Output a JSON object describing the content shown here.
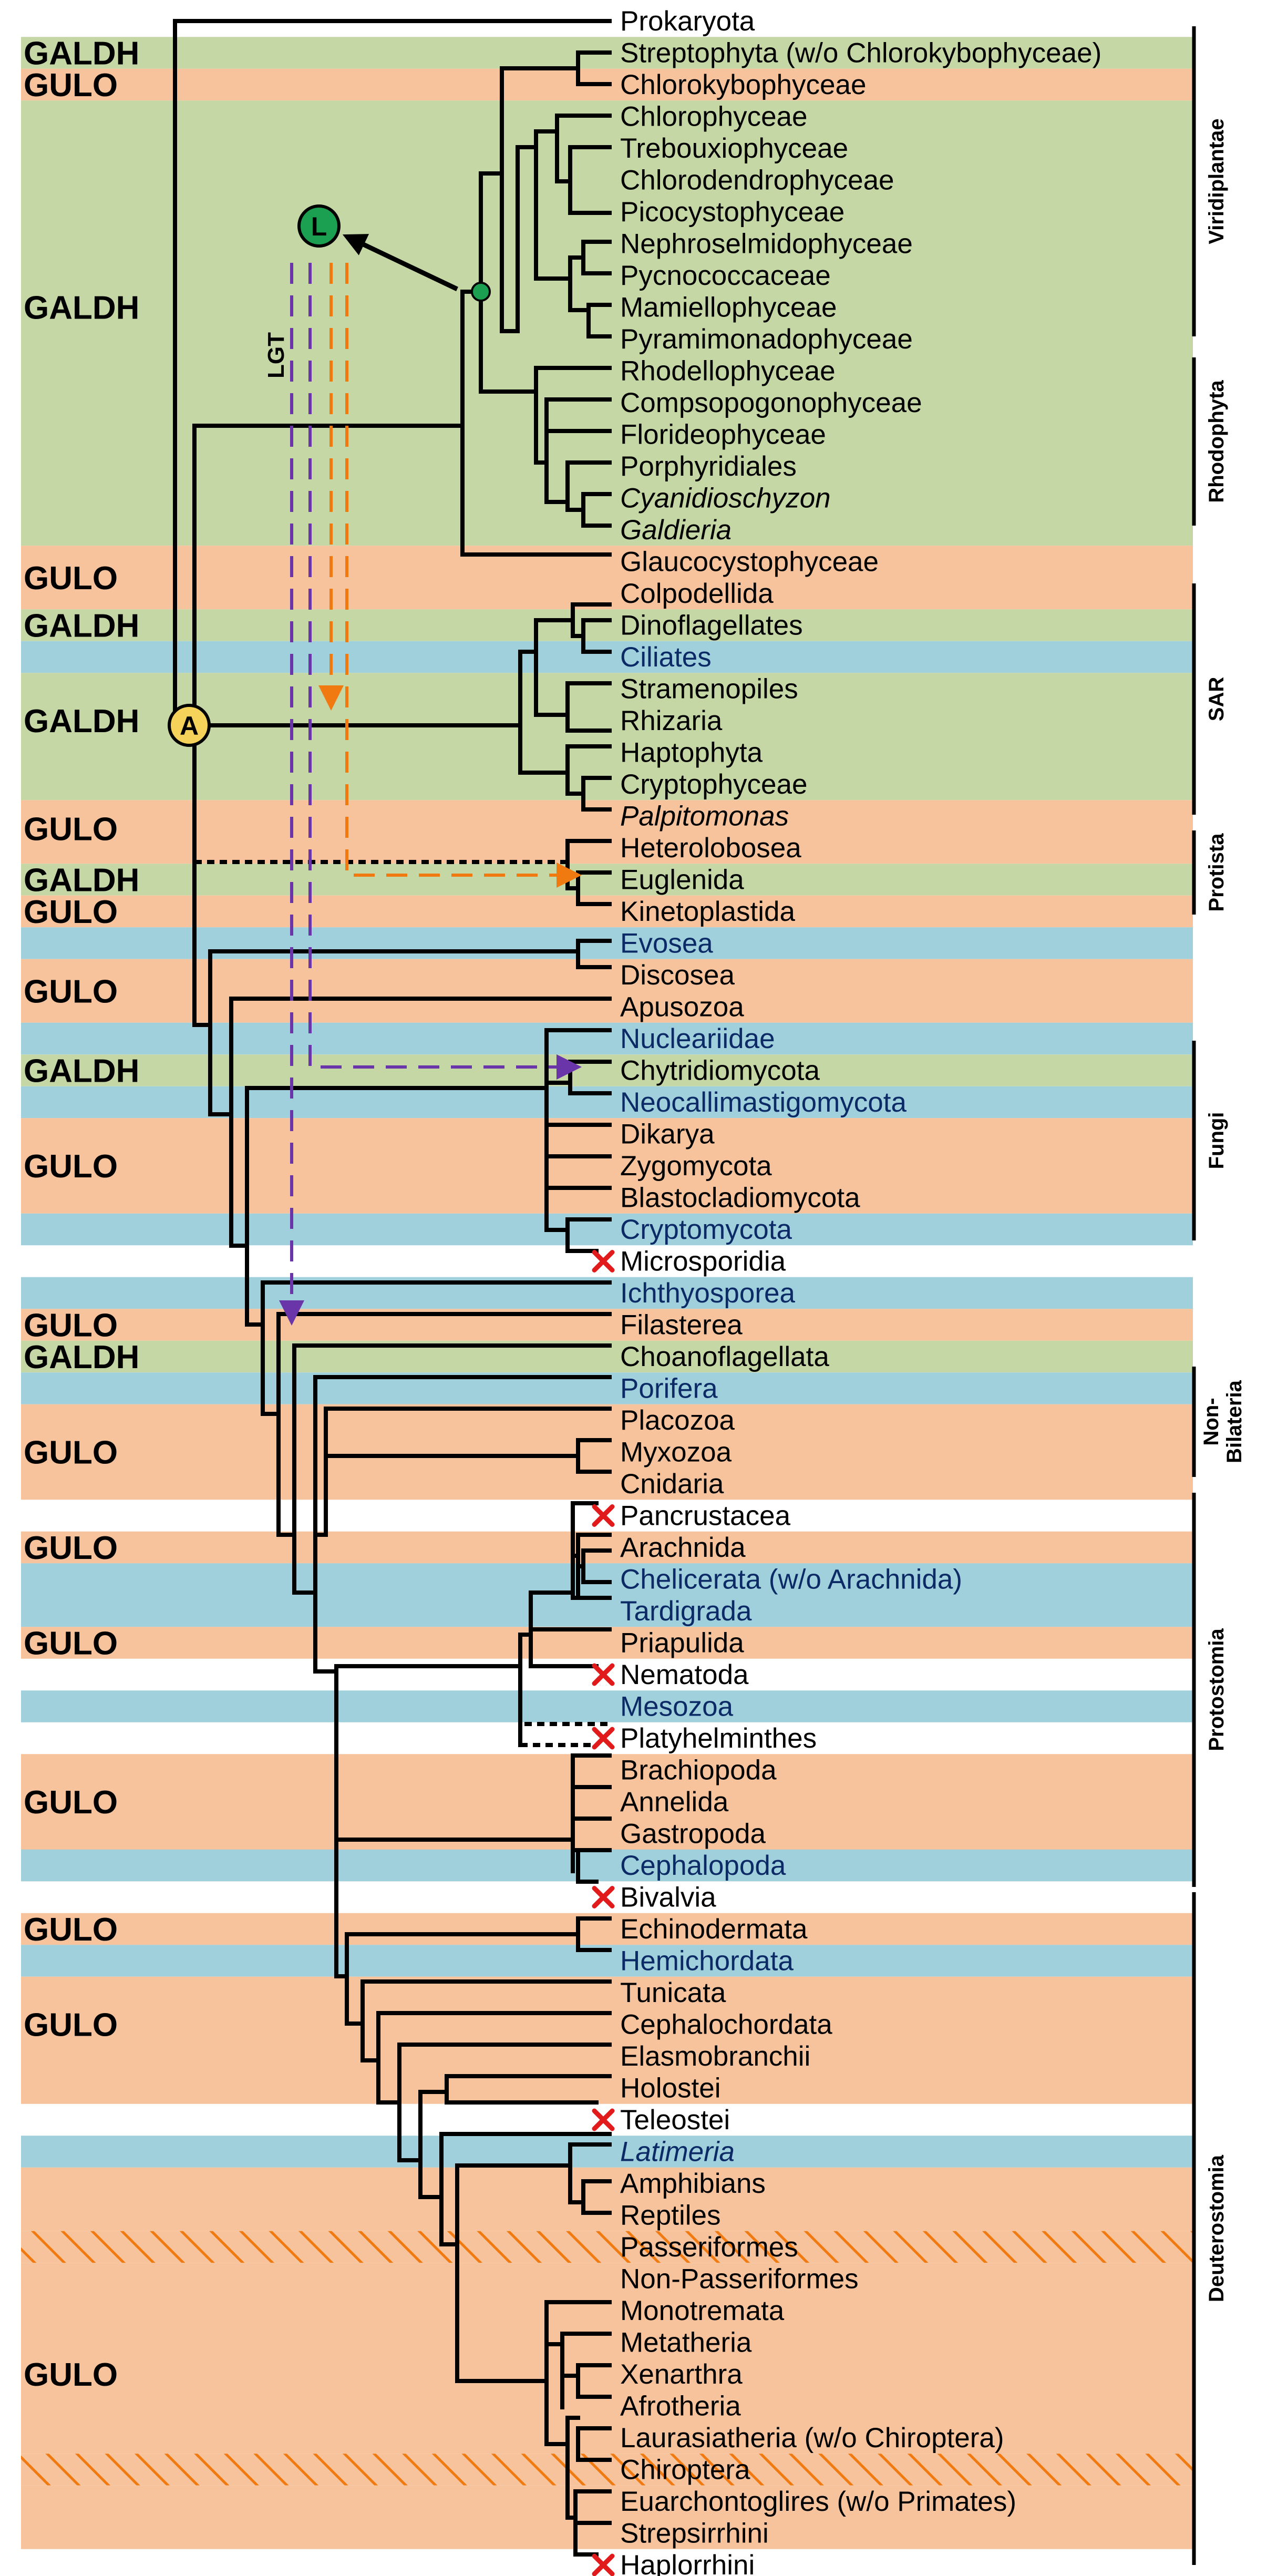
{
  "enzyme_labels": {
    "galdh": "GALDH",
    "gulo": "GULO"
  },
  "node_labels": {
    "ancestor": "A",
    "lgt_source": "L",
    "lgt": "LGT"
  },
  "groups": {
    "viridiplantae": "Viridiplantae",
    "rhodophyta": "Rhodophyta",
    "sar": "SAR",
    "protista": "Protista",
    "fungi": "Fungi",
    "non_bilateria_1": "Non-",
    "non_bilateria_2": "Bilateria",
    "protostomia": "Protostomia",
    "deuterostomia": "Deuterostomia"
  },
  "taxa": [
    {
      "name": "Prokaryota",
      "style": "normal",
      "lost": false
    },
    {
      "name": "Streptophyta (w/o Chlorokybophyceae)",
      "style": "normal",
      "lost": false
    },
    {
      "name": "Chlorokybophyceae",
      "style": "normal",
      "lost": false
    },
    {
      "name": "Chlorophyceae",
      "style": "normal",
      "lost": false
    },
    {
      "name": "Trebouxiophyceae",
      "style": "normal",
      "lost": false
    },
    {
      "name": "Chlorodendrophyceae",
      "style": "normal",
      "lost": false
    },
    {
      "name": "Picocystophyceae",
      "style": "normal",
      "lost": false
    },
    {
      "name": "Nephroselmidophyceae",
      "style": "normal",
      "lost": false
    },
    {
      "name": "Pycnococcaceae",
      "style": "normal",
      "lost": false
    },
    {
      "name": "Mamiellophyceae",
      "style": "normal",
      "lost": false
    },
    {
      "name": "Pyramimonadophyceae",
      "style": "normal",
      "lost": false
    },
    {
      "name": "Rhodellophyceae",
      "style": "normal",
      "lost": false
    },
    {
      "name": "Compsopogonophyceae",
      "style": "normal",
      "lost": false
    },
    {
      "name": "Florideophyceae",
      "style": "normal",
      "lost": false
    },
    {
      "name": "Porphyridiales",
      "style": "normal",
      "lost": false
    },
    {
      "name": "Cyanidioschyzon",
      "style": "italic",
      "lost": false
    },
    {
      "name": "Galdieria",
      "style": "italic",
      "lost": false
    },
    {
      "name": "Glaucocystophyceae",
      "style": "normal",
      "lost": false
    },
    {
      "name": "Colpodellida",
      "style": "normal",
      "lost": false
    },
    {
      "name": "Dinoflagellates",
      "style": "normal",
      "lost": false
    },
    {
      "name": "Ciliates",
      "style": "blue",
      "lost": false
    },
    {
      "name": "Stramenopiles",
      "style": "normal",
      "lost": false
    },
    {
      "name": "Rhizaria",
      "style": "normal",
      "lost": false
    },
    {
      "name": "Haptophyta",
      "style": "normal",
      "lost": false
    },
    {
      "name": "Cryptophyceae",
      "style": "normal",
      "lost": false
    },
    {
      "name": "Palpitomonas",
      "style": "italic",
      "lost": false
    },
    {
      "name": "Heterolobosea",
      "style": "normal",
      "lost": false
    },
    {
      "name": "Euglenida",
      "style": "normal",
      "lost": false
    },
    {
      "name": "Kinetoplastida",
      "style": "normal",
      "lost": false
    },
    {
      "name": "Evosea",
      "style": "blue",
      "lost": false
    },
    {
      "name": "Discosea",
      "style": "normal",
      "lost": false
    },
    {
      "name": "Apusozoa",
      "style": "normal",
      "lost": false
    },
    {
      "name": "Nucleariidae",
      "style": "blue",
      "lost": false
    },
    {
      "name": "Chytridiomycota",
      "style": "normal",
      "lost": false
    },
    {
      "name": "Neocallimastigomycota",
      "style": "blue",
      "lost": false
    },
    {
      "name": "Dikarya",
      "style": "normal",
      "lost": false
    },
    {
      "name": "Zygomycota",
      "style": "normal",
      "lost": false
    },
    {
      "name": "Blastocladiomycota",
      "style": "normal",
      "lost": false
    },
    {
      "name": "Cryptomycota",
      "style": "blue",
      "lost": false
    },
    {
      "name": "Microsporidia",
      "style": "normal",
      "lost": true
    },
    {
      "name": "Ichthyosporea",
      "style": "blue",
      "lost": false
    },
    {
      "name": "Filasterea",
      "style": "normal",
      "lost": false
    },
    {
      "name": "Choanoflagellata",
      "style": "normal",
      "lost": false
    },
    {
      "name": "Porifera",
      "style": "blue",
      "lost": false
    },
    {
      "name": "Placozoa",
      "style": "normal",
      "lost": false
    },
    {
      "name": "Myxozoa",
      "style": "normal",
      "lost": false
    },
    {
      "name": "Cnidaria",
      "style": "normal",
      "lost": false
    },
    {
      "name": "Pancrustacea",
      "style": "normal",
      "lost": true
    },
    {
      "name": "Arachnida",
      "style": "normal",
      "lost": false
    },
    {
      "name": "Chelicerata (w/o Arachnida)",
      "style": "blue",
      "lost": false
    },
    {
      "name": "Tardigrada",
      "style": "blue",
      "lost": false
    },
    {
      "name": "Priapulida",
      "style": "normal",
      "lost": false
    },
    {
      "name": "Nematoda",
      "style": "normal",
      "lost": true
    },
    {
      "name": "Mesozoa",
      "style": "blue",
      "lost": false
    },
    {
      "name": "Platyhelminthes",
      "style": "normal",
      "lost": true
    },
    {
      "name": "Brachiopoda",
      "style": "normal",
      "lost": false
    },
    {
      "name": "Annelida",
      "style": "normal",
      "lost": false
    },
    {
      "name": "Gastropoda",
      "style": "normal",
      "lost": false
    },
    {
      "name": "Cephalopoda",
      "style": "blue",
      "lost": false
    },
    {
      "name": "Bivalvia",
      "style": "normal",
      "lost": true
    },
    {
      "name": "Echinodermata",
      "style": "normal",
      "lost": false
    },
    {
      "name": "Hemichordata",
      "style": "blue",
      "lost": false
    },
    {
      "name": "Tunicata",
      "style": "normal",
      "lost": false
    },
    {
      "name": "Cephalochordata",
      "style": "normal",
      "lost": false
    },
    {
      "name": "Elasmobranchii",
      "style": "normal",
      "lost": false
    },
    {
      "name": "Holostei",
      "style": "normal",
      "lost": false
    },
    {
      "name": "Teleostei",
      "style": "normal",
      "lost": true
    },
    {
      "name": "Latimeria",
      "style": "blue-italic",
      "lost": false
    },
    {
      "name": "Amphibians",
      "style": "normal",
      "lost": false
    },
    {
      "name": "Reptiles",
      "style": "normal",
      "lost": false
    },
    {
      "name": "Passeriformes",
      "style": "normal",
      "lost": false
    },
    {
      "name": "Non-Passeriformes",
      "style": "normal",
      "lost": false
    },
    {
      "name": "Monotremata",
      "style": "normal",
      "lost": false
    },
    {
      "name": "Metatheria",
      "style": "normal",
      "lost": false
    },
    {
      "name": "Xenarthra",
      "style": "normal",
      "lost": false
    },
    {
      "name": "Afrotheria",
      "style": "normal",
      "lost": false
    },
    {
      "name": "Laurasiatheria (w/o Chiroptera)",
      "style": "normal",
      "lost": false
    },
    {
      "name": "Chiroptera",
      "style": "normal",
      "lost": false
    },
    {
      "name": "Euarchontoglires  (w/o Primates)",
      "style": "normal",
      "lost": false
    },
    {
      "name": "Strepsirrhini",
      "style": "normal",
      "lost": false
    },
    {
      "name": "Haplorrhini",
      "style": "normal",
      "lost": true
    }
  ],
  "colors": {
    "galdh_band": "#c6d7a6",
    "gulo_band": "#f7c39c",
    "neither_band": "#9fd0dc",
    "lgt_purple": "#6a35a8",
    "lgt_orange": "#f07a10",
    "node_green": "#1aa050",
    "node_yellow": "#f5d35a",
    "loss_red": "#e11b1b"
  }
}
